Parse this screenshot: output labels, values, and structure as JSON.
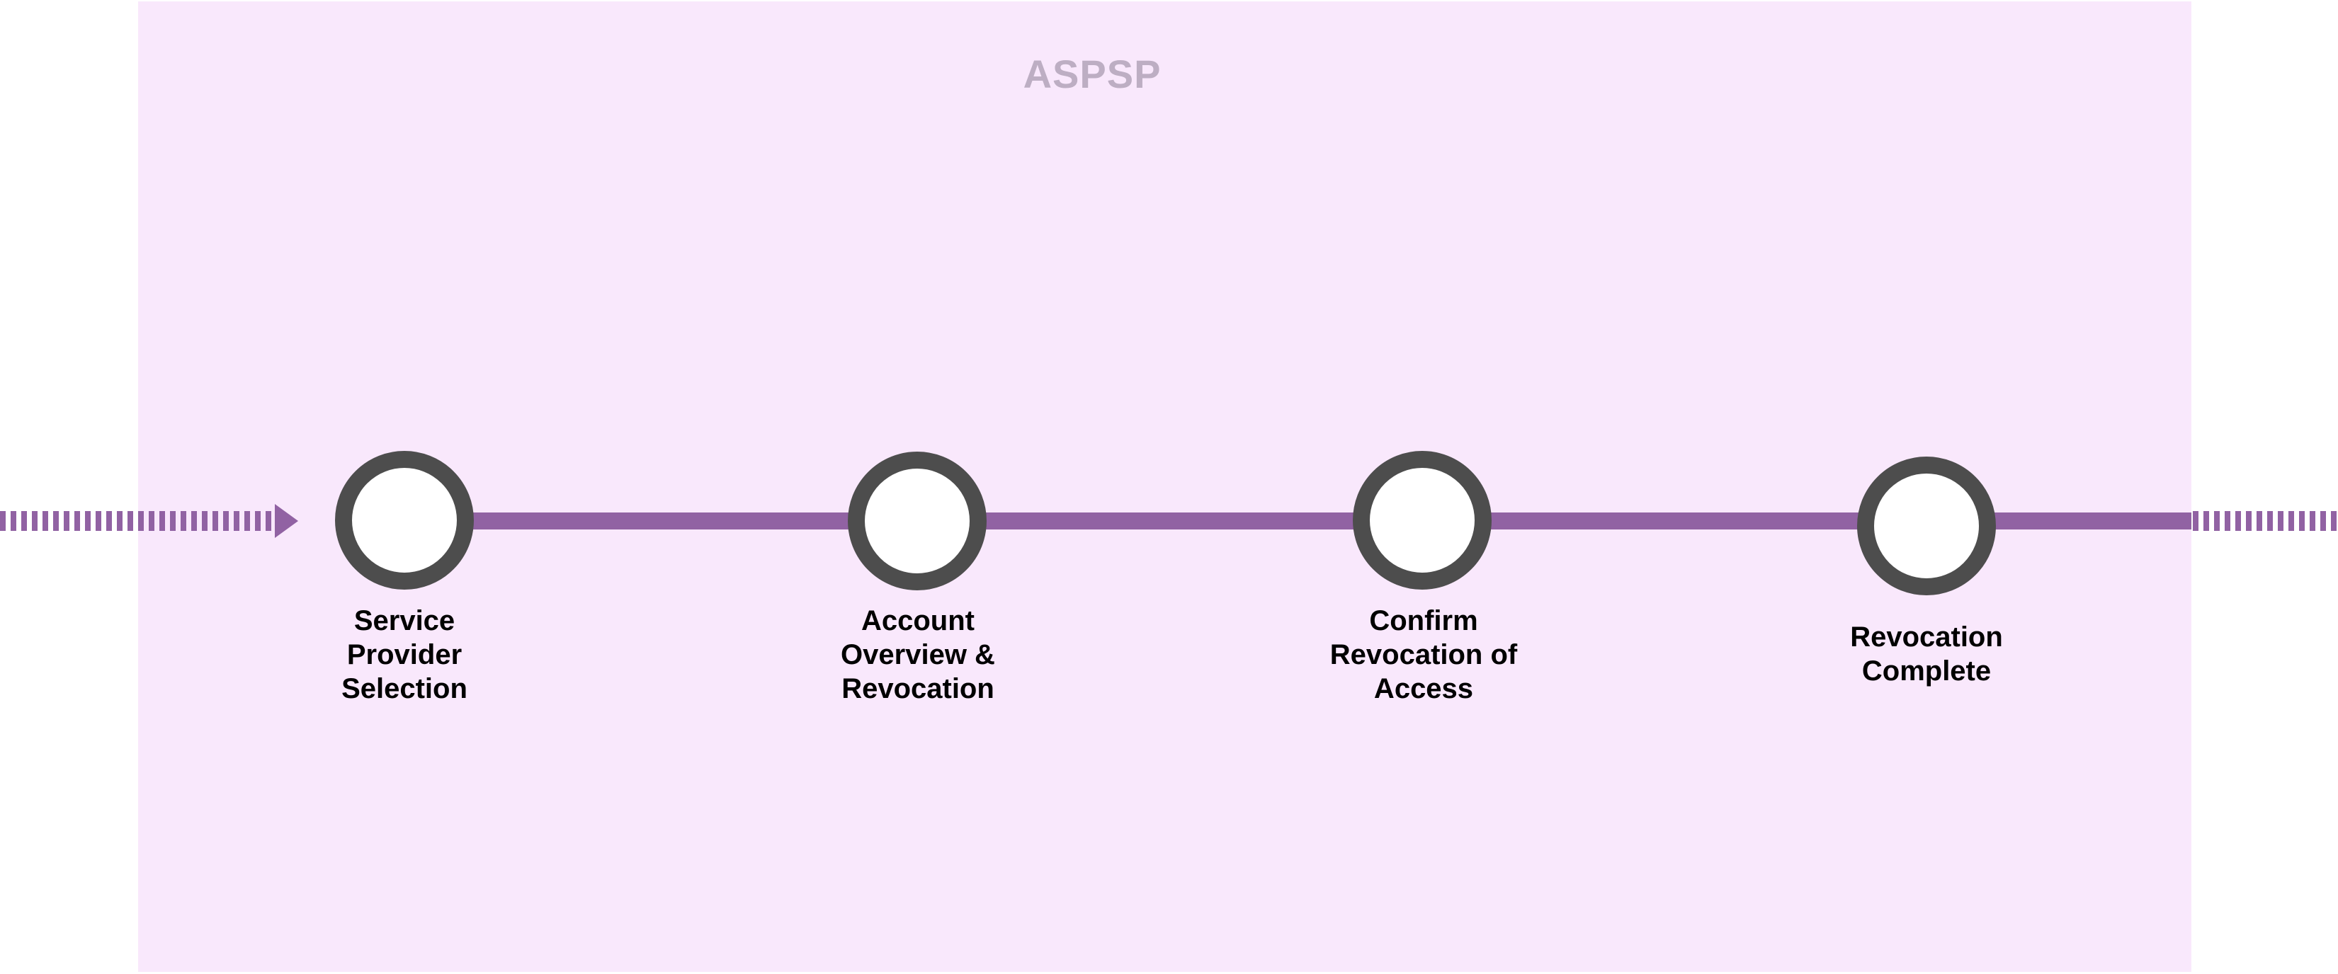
{
  "diagram": {
    "lane_title": "ASPSP",
    "steps": [
      {
        "label": "Service\nProvider\nSelection"
      },
      {
        "label": "Account\nOverview &\nRevocation"
      },
      {
        "label": "Confirm\nRevocation of\nAccess"
      },
      {
        "label": "Revocation\nComplete"
      }
    ],
    "colors": {
      "lane_background": "#f9e8fc",
      "connector": "#9162a3",
      "node_ring": "#4d4d4d",
      "node_fill": "#ffffff",
      "lane_title": "#bdaec3",
      "step_label": "#000000"
    }
  }
}
